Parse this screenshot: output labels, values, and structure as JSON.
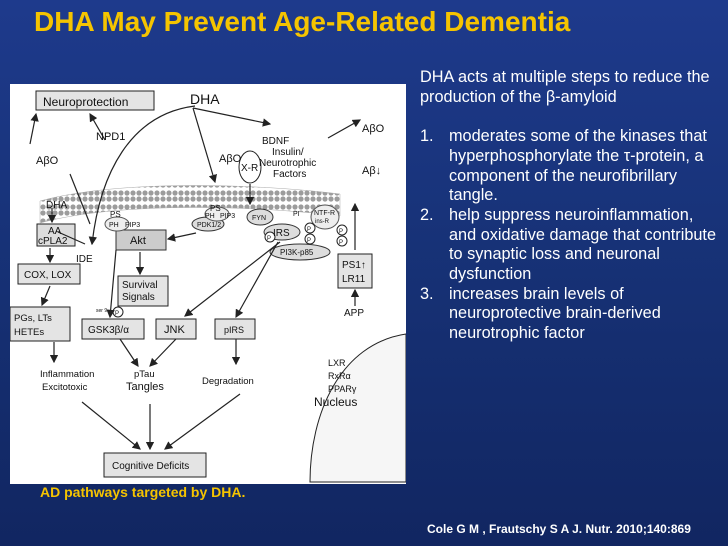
{
  "slide": {
    "title": "DHA May Prevent Age-Related Dementia",
    "caption": "AD pathways targeted by DHA.",
    "citation": "Cole G M , Frautschy S A J. Nutr. 2010;140:869",
    "intro": "DHA acts at multiple steps to reduce the production of the β-amyloid",
    "points": [
      {
        "num": "1.",
        "text": "moderates some of the kinases that hyperphosphorylate the τ-protein, a component of the neurofibrillary tangle."
      },
      {
        "num": "2.",
        "text": "help suppress neuroinflammation, and oxidative damage that contribute to synaptic loss and neuronal dysfunction"
      },
      {
        "num": "3.",
        "text": "increases brain levels of neuroprotective brain-derived neurotrophic factor"
      }
    ]
  },
  "diagram": {
    "neuroprotection": "Neuroprotection",
    "dha_top": "DHA",
    "npd1": "NPD1",
    "abeta_left": "AβO",
    "dha_left": "DHA",
    "aa": "AA",
    "cpla2": "cPLA2",
    "ide": "IDE",
    "ps_left": "PS",
    "ph_left": "PH",
    "pip3_left": "PIP3",
    "akt": "Akt",
    "ps_mid": "PS",
    "ph_mid": "PH",
    "pip3_mid": "PIP3",
    "pdk": "PDK1/2",
    "fyn": "FYN",
    "xr": "X-R",
    "abeta_mid": "AβO",
    "bdnf": "BDNF",
    "insulin": "Insulin/",
    "neurotrophic": "Neurotrophic",
    "factors": "Factors",
    "abeta_top_right": "AβO",
    "abeta_right": "Aβ↓",
    "pi": "PI",
    "ntfr": "NTF-R",
    "insr": "ins-R",
    "irs": "IRS",
    "pi3k": "PI3K-p85",
    "p": "P",
    "cox_lox": "COX, LOX",
    "survival": "Survival",
    "signals": "Signals",
    "ps1": "PS1↑",
    "lr11": "LR11",
    "app": "APP",
    "pgs": "PGs, LTs",
    "hetes": "HETEs",
    "ser9": "ser 9",
    "gsk": "GSK3β/α",
    "jnk": "JNK",
    "pirs": "pIRS",
    "inflammation": "Inflammation",
    "excitotoxic": "Excitotoxic",
    "ptau": "pTau",
    "tangles": "Tangles",
    "degradation": "Degradation",
    "lxr": "LXR",
    "rxr": "RxRα",
    "ppar": "PPARγ",
    "nucleus": "Nucleus",
    "cognitive": "Cognitive Deficits"
  },
  "colors": {
    "title": "#f5c400",
    "caption": "#f5c400",
    "background": "#1a3580",
    "panel_text": "#ffffff",
    "membrane": "#b5b5b5",
    "box_fill": "#e4e4e4"
  }
}
